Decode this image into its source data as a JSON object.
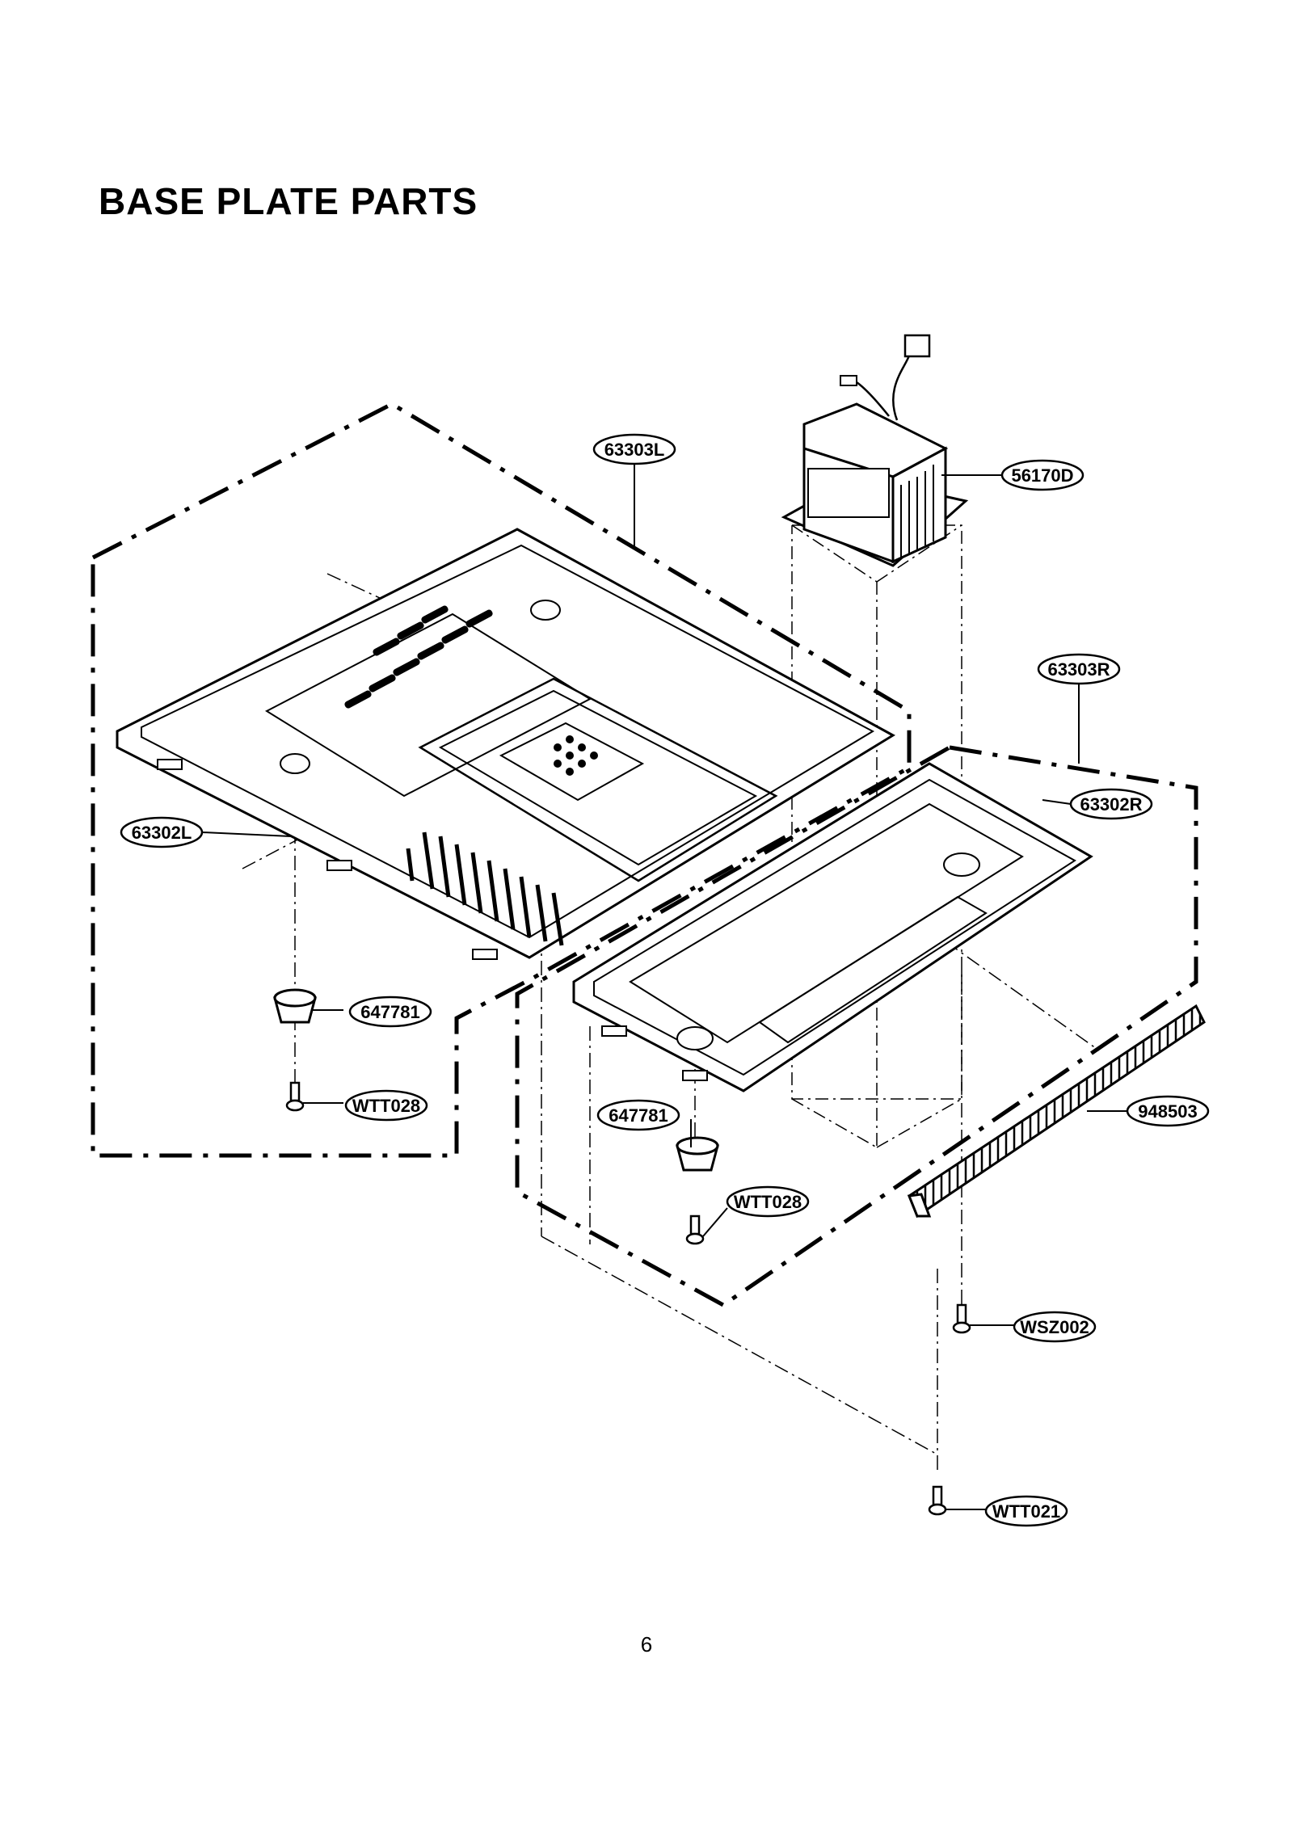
{
  "title": "BASE PLATE PARTS",
  "page_number": "6",
  "parts": [
    {
      "id": "63303L",
      "label": "63303L"
    },
    {
      "id": "56170D",
      "label": "56170D"
    },
    {
      "id": "63303R",
      "label": "63303R"
    },
    {
      "id": "63302R",
      "label": "63302R"
    },
    {
      "id": "63302L",
      "label": "63302L"
    },
    {
      "id": "647781-left",
      "label": "647781"
    },
    {
      "id": "WTT028-left",
      "label": "WTT028"
    },
    {
      "id": "647781-right",
      "label": "647781"
    },
    {
      "id": "WTT028-right",
      "label": "WTT028"
    },
    {
      "id": "948503",
      "label": "948503"
    },
    {
      "id": "WSZ002",
      "label": "WSZ002"
    },
    {
      "id": "WTT021",
      "label": "WTT021"
    }
  ]
}
